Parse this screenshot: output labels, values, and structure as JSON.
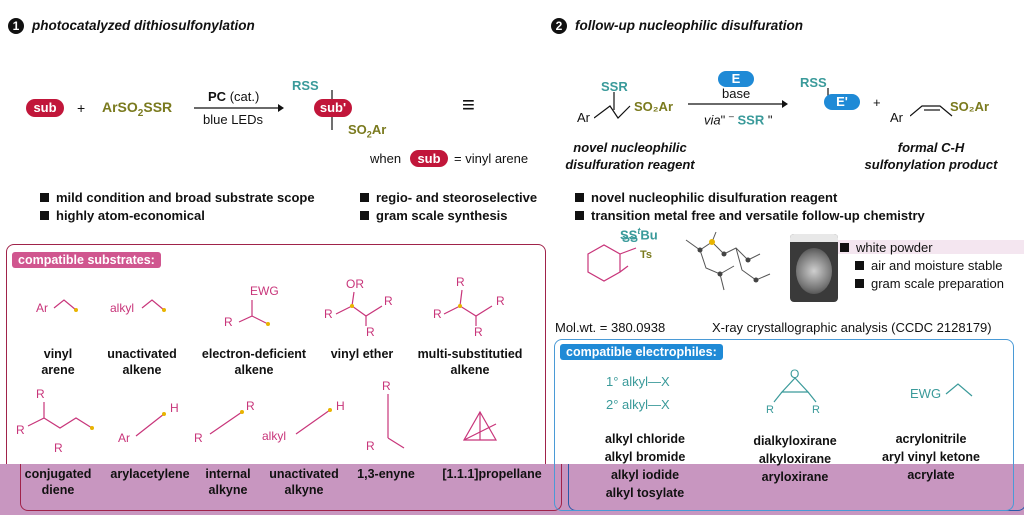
{
  "section1": {
    "number": "1",
    "title": "photocatalyzed dithiosulfonylation"
  },
  "section2": {
    "number": "2",
    "title": "follow-up nucleophilic disulfuration"
  },
  "scheme1": {
    "sub": "sub",
    "plus": "+",
    "reagent": "ArSO",
    "reagent_sub": "2",
    "reagent_tail": "SSR",
    "pc": "PC",
    "pc_tail": "(cat.)",
    "light": "blue LEDs",
    "product_top": "RSS",
    "product_sub": "sub'",
    "product_bottom": "SO",
    "product_bottom_sub": "2",
    "product_bottom_tail": "Ar",
    "when": "when",
    "when_sub": "sub",
    "when_tail": "= vinyl arene",
    "equals": "≡"
  },
  "scheme2": {
    "reagent_top": "SSR",
    "reagent_ar": "Ar",
    "reagent_so2ar": "SO₂Ar",
    "e_badge": "E",
    "base": "base",
    "via": "via",
    "via_quote": "\"",
    "via_ssr": "SSR",
    "via_quote_end": "\"",
    "prod_rss": "RSS",
    "prod_e": "E'",
    "plus": "+",
    "prod_ar": "Ar",
    "prod_so2ar": "SO₂Ar",
    "caption_left_1": "novel nucleophilic",
    "caption_left_2": "disulfuration reagent",
    "caption_right_1": "formal C-H",
    "caption_right_2": "sulfonylation product"
  },
  "features": [
    "mild condition and broad substrate scope",
    "highly atom-economical",
    "regio- and steoroselective",
    "gram scale synthesis",
    "novel nucleophilic disulfuration reagent",
    "transition metal free and versatile follow-up chemistry"
  ],
  "substrates": {
    "tag": "compatible substrates:",
    "items": [
      {
        "label1": "vinyl",
        "label2": "arene"
      },
      {
        "label1": "unactivated",
        "label2": "alkene"
      },
      {
        "label1": "electron-deficient",
        "label2": "alkene"
      },
      {
        "label1": "vinyl ether",
        "label2": ""
      },
      {
        "label1": "multi-substitutied",
        "label2": "alkene"
      },
      {
        "label1": "conjugated",
        "label2": "diene"
      },
      {
        "label1": "arylacetylene",
        "label2": ""
      },
      {
        "label1": "internal",
        "label2": "alkyne"
      },
      {
        "label1": "unactivated",
        "label2": "alkyne"
      },
      {
        "label1": "1,3-enyne",
        "label2": ""
      },
      {
        "label1": "[1.1.1]propellane",
        "label2": ""
      }
    ],
    "struct_text": {
      "ar": "Ar",
      "alkyl": "alkyl",
      "ewg": "EWG",
      "r1": "R",
      "or4": "OR",
      "r2": "R",
      "r3": "R",
      "r4": "R",
      "h": "H"
    }
  },
  "reagent_info": {
    "ss_tbu": "SS",
    "tbu_sup": "t",
    "tbu_tail": "Bu",
    "ts": "Ts",
    "bullets": [
      "white powder",
      "air and moisture stable",
      "gram scale preparation"
    ],
    "molwt": "Mol.wt. = 380.0938",
    "xray": "X-ray crystallographic analysis (CCDC 2128179)"
  },
  "electrophiles": {
    "tag": "compatible electrophiles:",
    "col1_struct": [
      "1° alkyl—X",
      "2° alkyl—X"
    ],
    "col1": [
      "alkyl chloride",
      "alkyl bromide",
      "alkyl iodide",
      "alkyl tosylate"
    ],
    "col2": [
      "dialkyloxirane",
      "alkyloxirane",
      "aryloxirane"
    ],
    "col3_struct": "EWG",
    "col3": [
      "acrylonitrile",
      "aryl vinyl ketone",
      "acrylate"
    ]
  },
  "colors": {
    "red": "#c1163a",
    "blue": "#1f8ad6",
    "olive": "#7a7a1e",
    "teal": "#3a9a9a",
    "pink": "#c8357a",
    "band": "#c896c0"
  }
}
